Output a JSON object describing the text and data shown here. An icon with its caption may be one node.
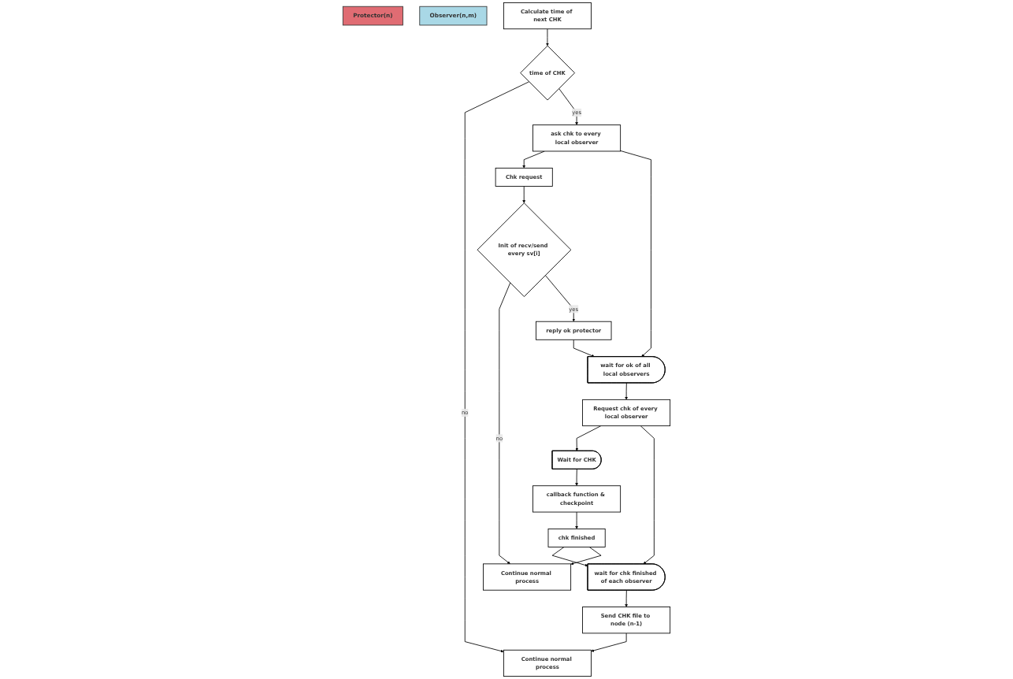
{
  "diagram": {
    "nodes": [
      {
        "text": [
          "Protector(n)"
        ]
      },
      {
        "text": [
          "Observer(n,m)"
        ]
      },
      {
        "text": [
          "Calculate time of next CHK"
        ]
      },
      {
        "text": [
          "time of CHK"
        ]
      },
      {
        "text": [
          "Continue normal process"
        ]
      },
      {
        "text": [
          "ask chk to every local observer"
        ]
      },
      {
        "text": [
          "wait for ok of all local observers"
        ]
      },
      {
        "text": [
          "Request chk of every local observer"
        ]
      },
      {
        "text": [
          "wait for chk finished of each observer"
        ]
      },
      {
        "text": [
          "Send CHK file to node (n-1)"
        ]
      },
      {
        "text": [
          "Chk request"
        ]
      },
      {
        "text": [
          "Init of recv/send every sv[i]"
        ]
      },
      {
        "text": [
          "Continue normal process"
        ]
      },
      {
        "text": [
          "reply ok protector"
        ]
      },
      {
        "text": [
          "Wait for CHK"
        ]
      },
      {
        "text": [
          "callback function & checkpoint"
        ]
      },
      {
        "text": [
          "chk finished"
        ]
      }
    ],
    "edges": [
      {
        "from": 2,
        "to": 3,
        "arrow": "to"
      },
      {
        "from": 3,
        "to": 4,
        "arrow": "to",
        "label": "no"
      },
      {
        "from": 3,
        "to": 5,
        "arrow": "to",
        "label": "yes"
      },
      {
        "from": 5,
        "to": 10,
        "arrow": "to"
      },
      {
        "from": 5,
        "to": 6,
        "arrow": "to"
      },
      {
        "from": 10,
        "to": 11,
        "arrow": "to"
      },
      {
        "from": 11,
        "to": 12,
        "arrow": "to",
        "label": "no"
      },
      {
        "from": 11,
        "to": 13,
        "arrow": "to",
        "label": "yes"
      },
      {
        "from": 13,
        "to": 6,
        "arrow": "to"
      },
      {
        "from": 6,
        "to": 7,
        "arrow": "to"
      },
      {
        "from": 7,
        "to": 14,
        "arrow": "to"
      },
      {
        "from": 7,
        "to": 8,
        "arrow": "to"
      },
      {
        "from": 14,
        "to": 15,
        "arrow": "to"
      },
      {
        "from": 15,
        "to": 16,
        "arrow": "to"
      },
      {
        "from": 16,
        "to": 8,
        "arrow": "to"
      },
      {
        "from": 8,
        "to": 9,
        "arrow": "to"
      },
      {
        "from": 9,
        "to": 4,
        "arrow": "to"
      },
      {
        "from": 16,
        "to": 12,
        "arrow": "to"
      }
    ]
  }
}
